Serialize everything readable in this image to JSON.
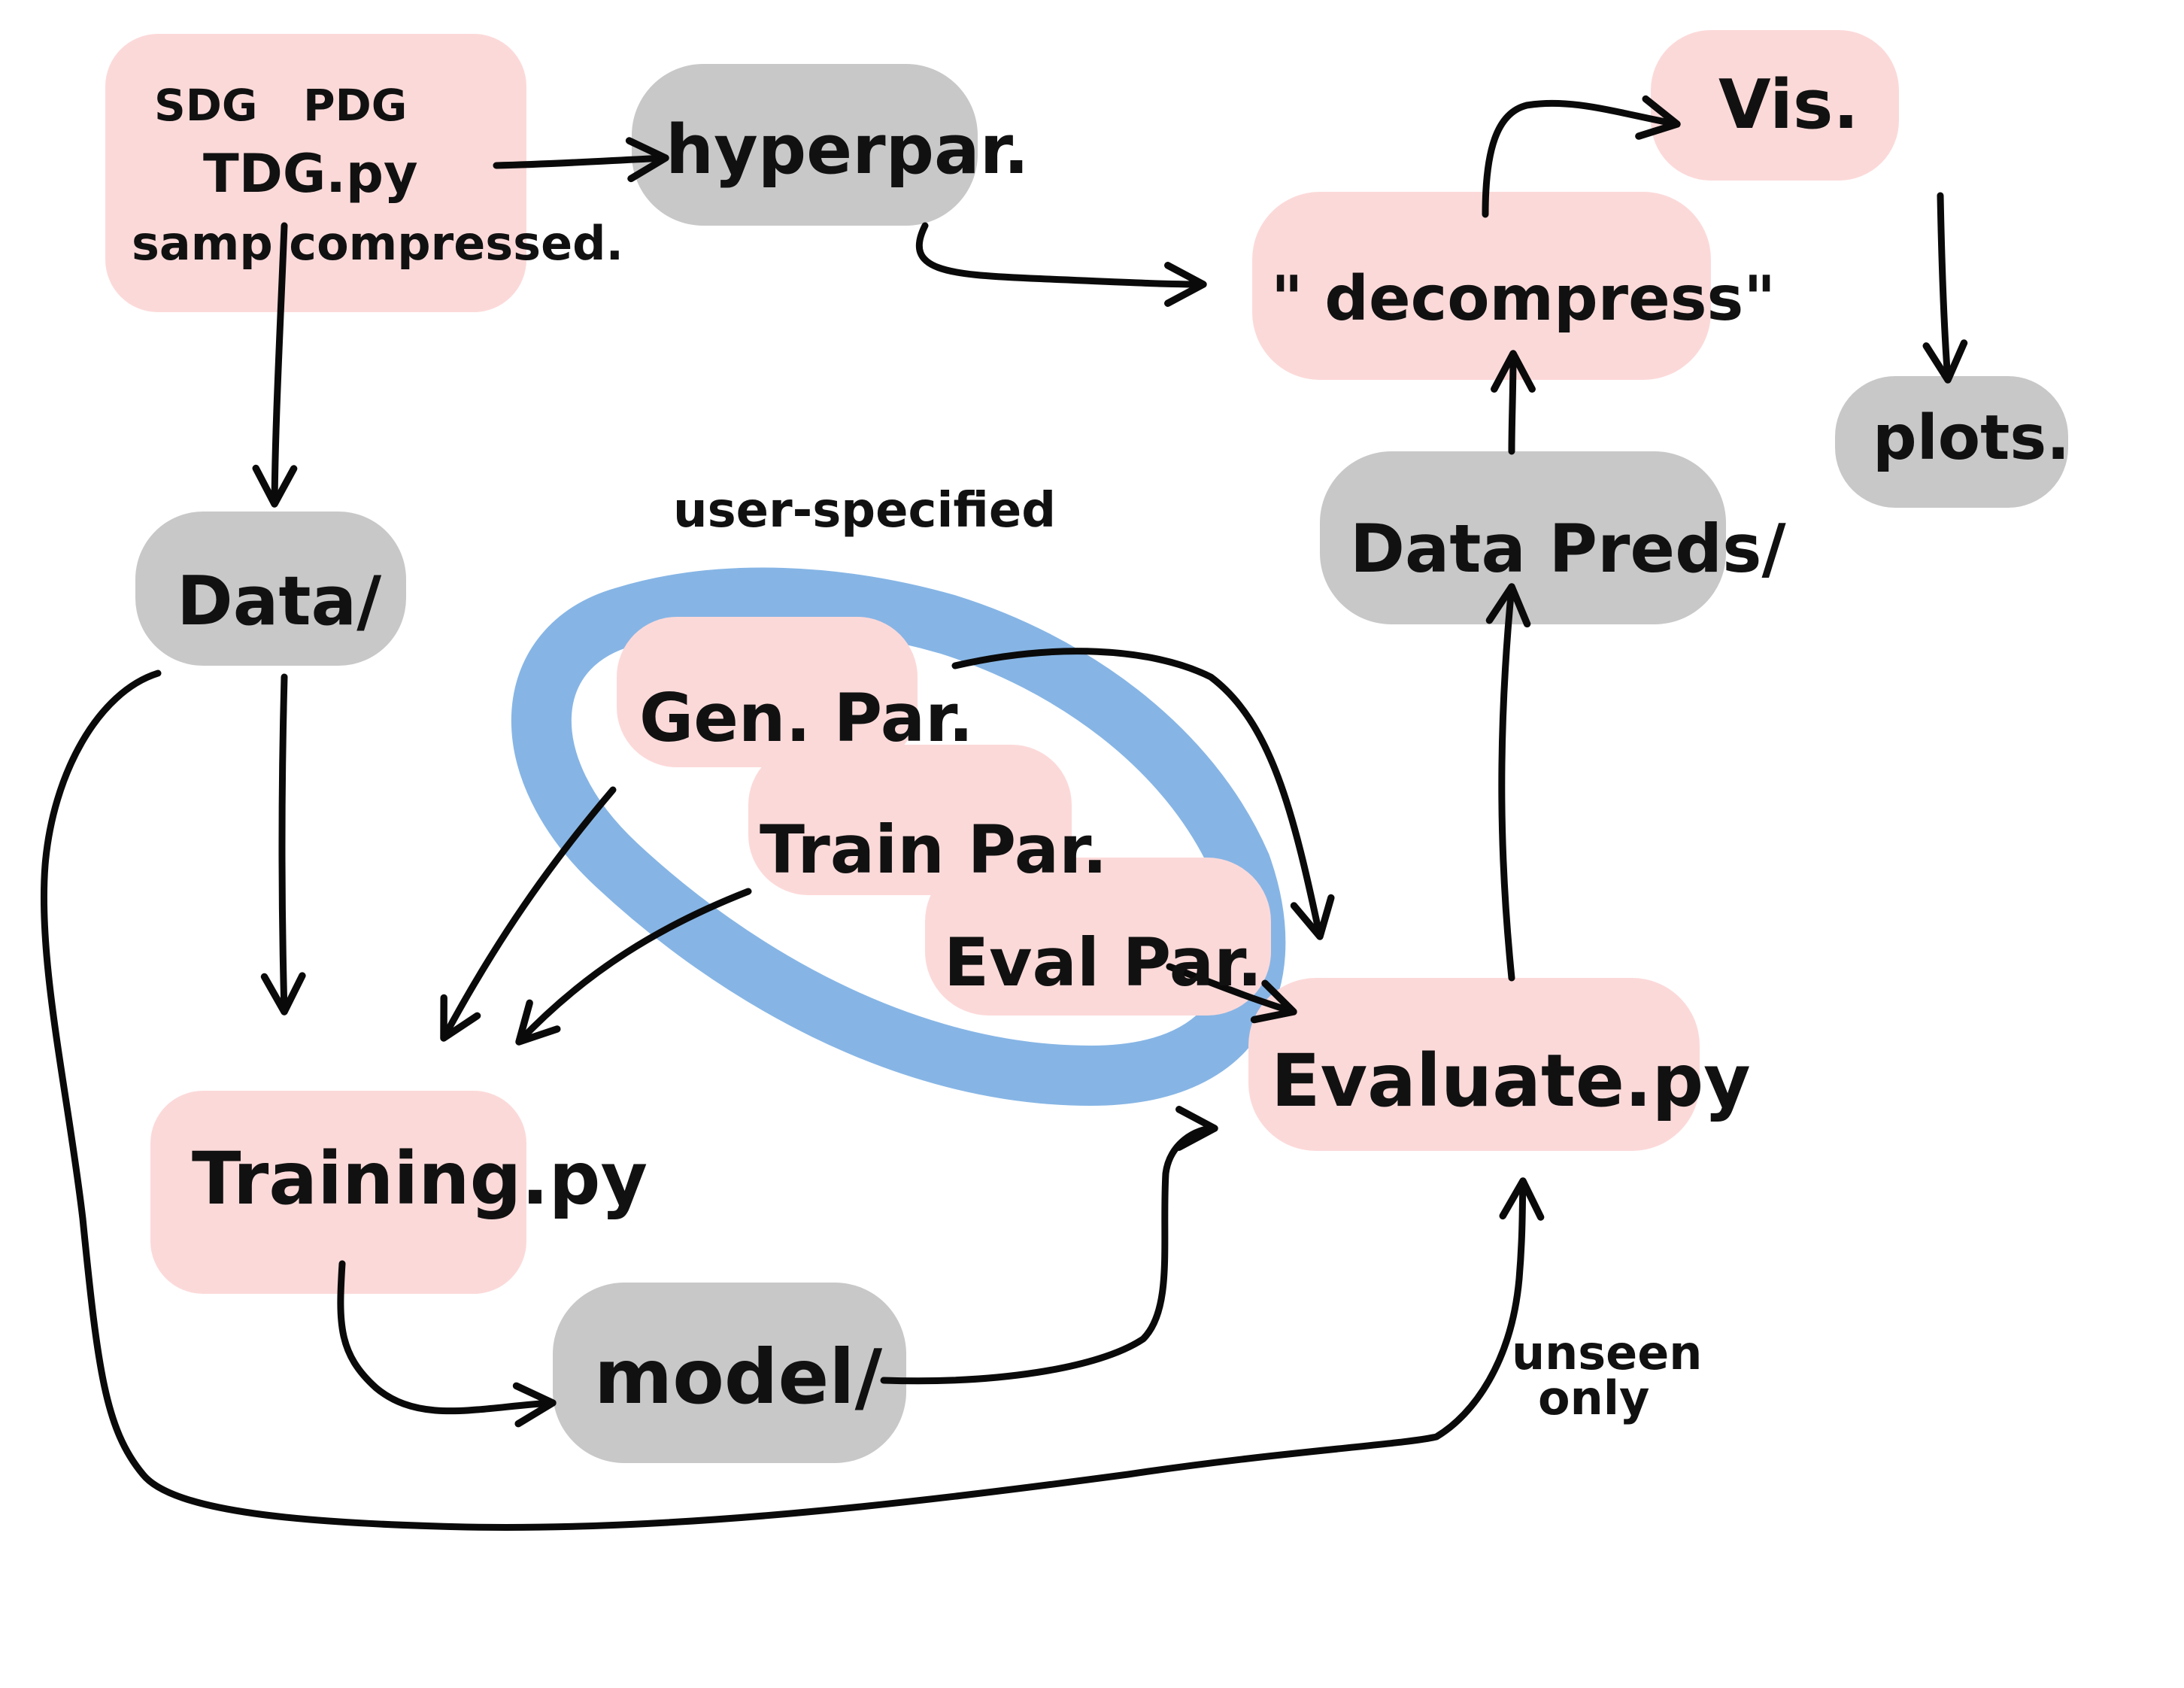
{
  "colors": {
    "script_fill": "#fcd9d9",
    "folder_fill": "#c8c8c8",
    "param_loop": "#7fb1e4",
    "ink": "#0a0a0a"
  },
  "nodes": {
    "tdg": {
      "line1": "SDG   PDG",
      "line2": "TDG.py",
      "line3": "samp compressed."
    },
    "hyperpar": {
      "label": "hyperpar."
    },
    "decompress": {
      "label": "\" decompress\""
    },
    "vis": {
      "label": "Vis."
    },
    "plots": {
      "label": "plots."
    },
    "data": {
      "label": "Data/"
    },
    "data_preds": {
      "label": "Data Preds/"
    },
    "gen_par": {
      "label": "Gen. Par."
    },
    "train_par": {
      "label": "Train Par."
    },
    "eval_par": {
      "label": "Eval Par."
    },
    "training": {
      "label": "Training.py"
    },
    "evaluate": {
      "label": "Evaluate.py"
    },
    "model": {
      "label": "model/"
    }
  },
  "annotations": {
    "user_specified": "user-specified",
    "unseen_line1": "unseen",
    "unseen_line2": "only"
  }
}
